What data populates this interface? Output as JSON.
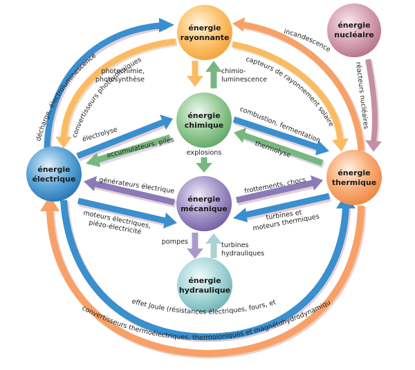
{
  "title": "Conversions d'énergie",
  "nodes": {
    "rayonnante": {
      "line1": "énergie",
      "line2": "rayonnante",
      "color": "#fbb55c"
    },
    "nucleaire": {
      "line1": "énergie",
      "line2": "nucléaire",
      "color": "#c98aa0"
    },
    "chimique": {
      "line1": "énergie",
      "line2": "chimique",
      "color": "#7dbb80"
    },
    "electrique": {
      "line1": "énergie",
      "line2": "électrique",
      "color": "#3e8cc9"
    },
    "mecanique": {
      "line1": "énergie",
      "line2": "mécanique",
      "color": "#8a78b5"
    },
    "thermique": {
      "line1": "énergie",
      "line2": "thermique",
      "color": "#f59a5b"
    },
    "hydraulique": {
      "line1": "énergie",
      "line2": "hydraulique",
      "color": "#8ec9cc"
    }
  },
  "edges": {
    "decharge": {
      "from": "électrique",
      "to": "rayonnante",
      "label": "décharge, électroluminescence",
      "color": "#3a8fce"
    },
    "photovoltaique": {
      "from": "rayonnante",
      "to": "électrique",
      "label": "convertisseurs photovoltaïques",
      "color": "#fbbb63"
    },
    "incandescence": {
      "from": "thermique",
      "to": "rayonnante",
      "label": "incandescence",
      "color": "#f7a168"
    },
    "capteurs": {
      "from": "rayonnante",
      "to": "thermique",
      "label": "capteurs de rayonnement solaire",
      "color": "#fbbb63"
    },
    "reacteurs": {
      "from": "nucléaire",
      "to": "thermique",
      "label": "réacteurs nucléaires",
      "color": "#c48fa4"
    },
    "photochimie": {
      "from": "rayonnante",
      "to": "chimique",
      "label_line1": "photochimie,",
      "label_line2": "photosynthèse",
      "color": "#fbbb63"
    },
    "chimioluminescence": {
      "from": "chimique",
      "to": "rayonnante",
      "label_line1": "chimio-",
      "label_line2": "luminescence",
      "color": "#78b77f"
    },
    "electrolyse": {
      "from": "électrique",
      "to": "chimique",
      "label": "électrolyse",
      "color": "#3a8fce"
    },
    "accumulateurs": {
      "from": "chimique",
      "to": "électrique",
      "label": "accumulateurs, piles",
      "color": "#78b77f"
    },
    "combustion": {
      "from": "chimique",
      "to": "thermique",
      "label": "combustion, fermentation",
      "color": "#3a8fce"
    },
    "thermolyse": {
      "from": "thermique",
      "to": "chimique",
      "label": "thermolyse",
      "color": "#78b77f"
    },
    "explosions": {
      "from": "chimique",
      "to": "mécanique",
      "label": "explosions",
      "color": "#78b77f"
    },
    "generateurs": {
      "from": "mécanique",
      "to": "électrique",
      "label": "générateurs électriques",
      "color": "#8a7bb8"
    },
    "moteurs": {
      "from": "électrique",
      "to": "mécanique",
      "label_line1": "moteurs électriques,",
      "label_line2": "piézo-électricité",
      "color": "#3a8fce"
    },
    "frottements": {
      "from": "mécanique",
      "to": "thermique",
      "label": "frottements, chocs",
      "color": "#8a7bb8"
    },
    "turbines_thermiques": {
      "from": "thermique",
      "to": "mécanique",
      "label_line1": "turbines et",
      "label_line2": "moteurs thermiques",
      "color": "#3a8fce"
    },
    "pompes": {
      "from": "mécanique",
      "to": "hydraulique",
      "label": "pompes",
      "color": "#a89bcc"
    },
    "turbines_hydrauliques": {
      "from": "hydraulique",
      "to": "mécanique",
      "label_line1": "turbines",
      "label_line2": "hydrauliques",
      "color": "#a9d3d5"
    },
    "effet_joule": {
      "from": "électrique",
      "to": "thermique",
      "label": "effet Joule (résistances électriques, fours, etc.)",
      "color": "#3a8fce"
    },
    "convertisseurs_thermo": {
      "from": "thermique",
      "to": "électrique",
      "label": "convertisseurs thermoélectriques, thermoioniques et magnétohydrodynamiques",
      "color": "#f7a168"
    }
  }
}
